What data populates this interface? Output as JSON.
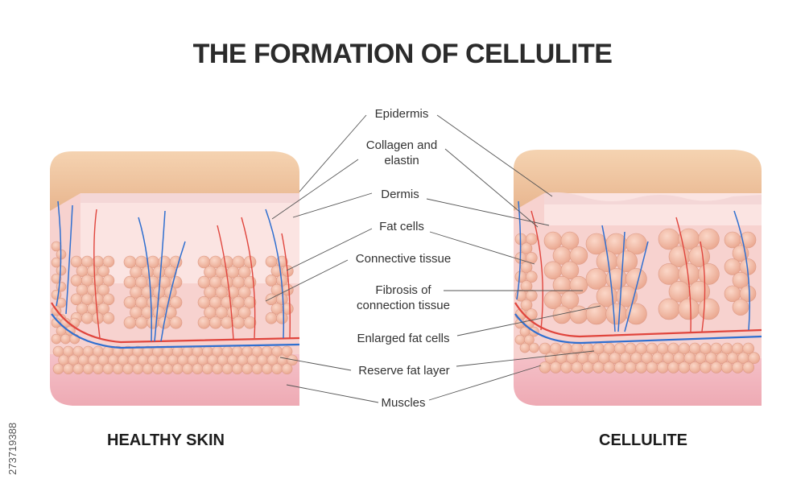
{
  "title": "THE FORMATION OF CELLULITE",
  "captions": {
    "healthy": "HEALTHY SKIN",
    "cellulite": "CELLULITE"
  },
  "labels": [
    {
      "text": "Epidermis"
    },
    {
      "text": "Collagen and\nelastin"
    },
    {
      "text": "Dermis"
    },
    {
      "text": "Fat cells"
    },
    {
      "text": "Connective tissue"
    },
    {
      "text": "Fibrosis of\nconnection tissue"
    },
    {
      "text": "Enlarged fat cells"
    },
    {
      "text": "Reserve fat layer"
    },
    {
      "text": "Muscles"
    }
  ],
  "stock_id": "273719388",
  "colors": {
    "epidermis": "#f0c69f",
    "dermis": "#f9dede",
    "fat": "#f2b7a2",
    "fat_stroke": "#d98f7a",
    "vein": "#2f6fd0",
    "artery": "#e0453d",
    "muscle": "#f2b9c2",
    "line": "#555555"
  }
}
